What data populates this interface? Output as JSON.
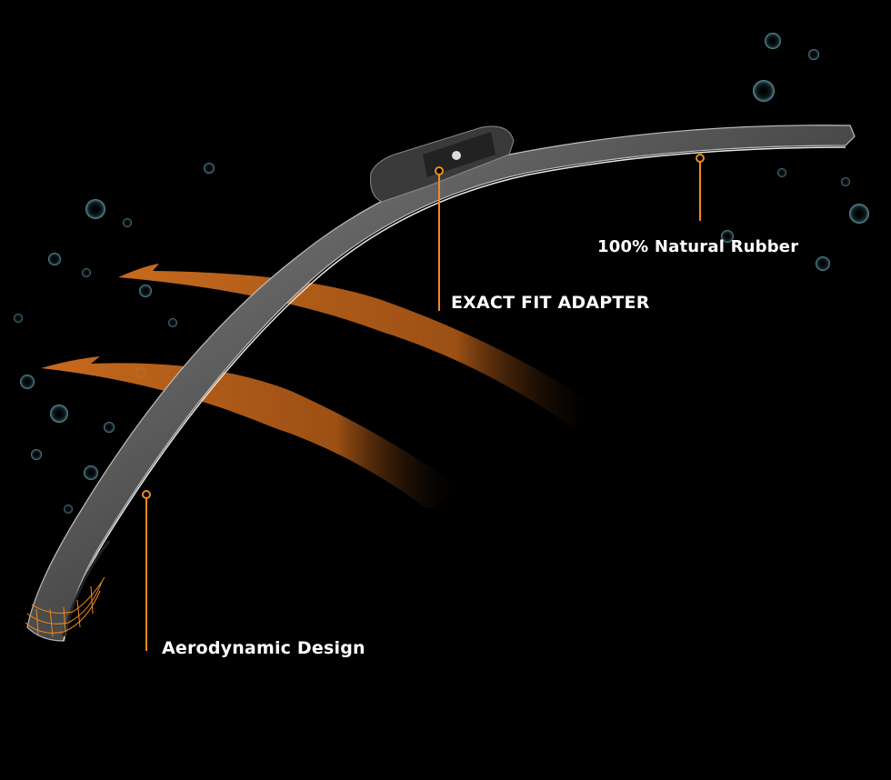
{
  "callouts": {
    "rubber": {
      "label": "100% Natural Rubber"
    },
    "adapter": {
      "label": "EXACT FIT ADAPTER"
    },
    "aero": {
      "label": "Aerodynamic Design"
    }
  },
  "colors": {
    "background": "#000000",
    "accent": "#f08a1c",
    "airflow": "#c8651c",
    "blade": "#5a5a5a",
    "text": "#ffffff"
  }
}
